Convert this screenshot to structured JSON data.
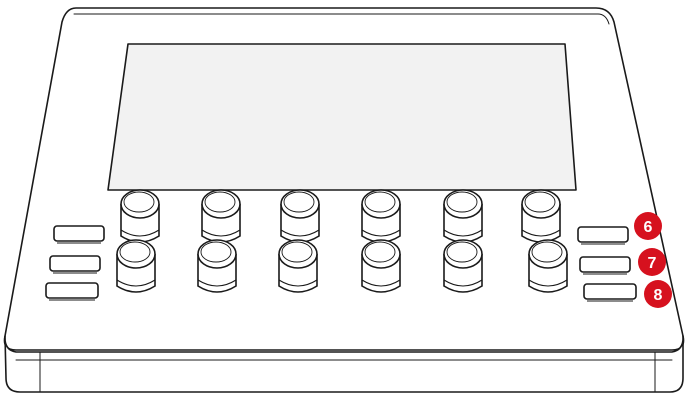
{
  "device": {
    "body_color": "#ffffff",
    "outline_color": "#1a1a1a",
    "screen_color": "#f2f2f2",
    "knob_rows": 2,
    "knobs_per_row": 6,
    "left_buttons": 3,
    "right_buttons": 3
  },
  "callouts": {
    "color": "#d6111e",
    "items": [
      {
        "label": "6"
      },
      {
        "label": "7"
      },
      {
        "label": "8"
      }
    ]
  }
}
